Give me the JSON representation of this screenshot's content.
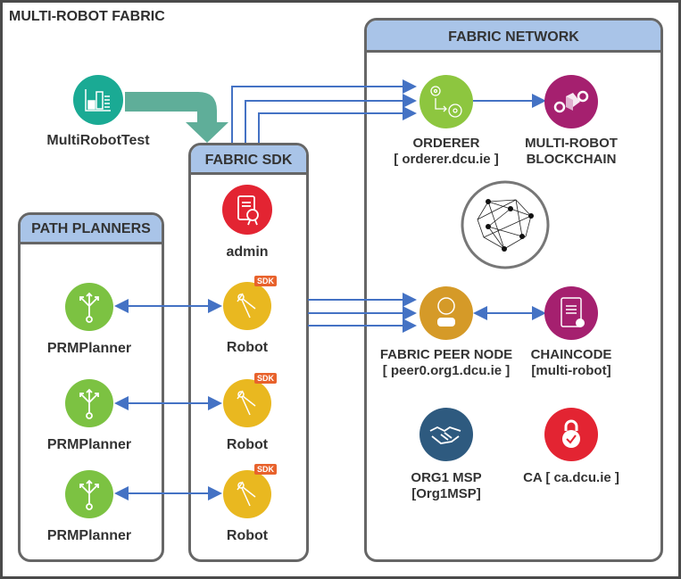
{
  "title": "MULTI-ROBOT FABRIC",
  "panels": {
    "path_planners": "PATH PLANNERS",
    "fabric_sdk": "FABRIC SDK",
    "fabric_network": "FABRIC NETWORK"
  },
  "test_app": {
    "label": "MultiRobotTest",
    "icon": "chart-icon",
    "color": "#1aaa94"
  },
  "sdk": {
    "admin": {
      "label": "admin",
      "icon": "certificate-icon",
      "color": "#e32432"
    },
    "robots": [
      {
        "label": "Robot",
        "badge": "SDK"
      },
      {
        "label": "Robot",
        "badge": "SDK"
      },
      {
        "label": "Robot",
        "badge": "SDK"
      }
    ],
    "robot_color": "#e9b820"
  },
  "planners": [
    {
      "label": "PRMPlanner"
    },
    {
      "label": "PRMPlanner"
    },
    {
      "label": "PRMPlanner"
    }
  ],
  "planner_color": "#7cc242",
  "network": {
    "orderer": {
      "line1": "ORDERER",
      "line2": "[ orderer.dcu.ie ]",
      "color": "#8dc63f"
    },
    "blockchain": {
      "line1": "MULTI-ROBOT",
      "line2": "BLOCKCHAIN",
      "color": "#a5206f"
    },
    "peer": {
      "line1": "FABRIC PEER NODE",
      "line2": "[ peer0.org1.dcu.ie ]",
      "color": "#d59a28"
    },
    "chaincode": {
      "line1": "CHAINCODE",
      "line2": "[multi-robot]",
      "color": "#a5206f"
    },
    "msp": {
      "line1": "ORG1 MSP",
      "line2": "[Org1MSP]",
      "color": "#2e5a7f"
    },
    "ca": {
      "line1": "CA [ ca.dcu.ie ]",
      "color": "#e32432"
    }
  },
  "colors": {
    "arrow": "#4472c4",
    "big_arrow": "#5fae99",
    "panel_header": "#a9c4e8",
    "border": "#666666"
  }
}
